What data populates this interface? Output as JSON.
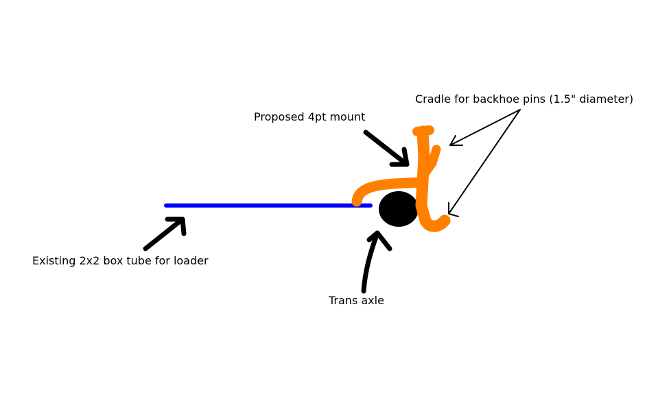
{
  "labels": {
    "cradle": "Cradle for backhoe pins (1.5\" diameter)",
    "mount": "Proposed 4pt mount",
    "tube": "Existing 2x2 box tube for loader",
    "axle": "Trans axle"
  },
  "colors": {
    "background": "#ffffff",
    "box_tube": "#0000ff",
    "mount": "#ff8000",
    "axle": "#000000",
    "arrows": "#000000",
    "text": "#000000"
  }
}
